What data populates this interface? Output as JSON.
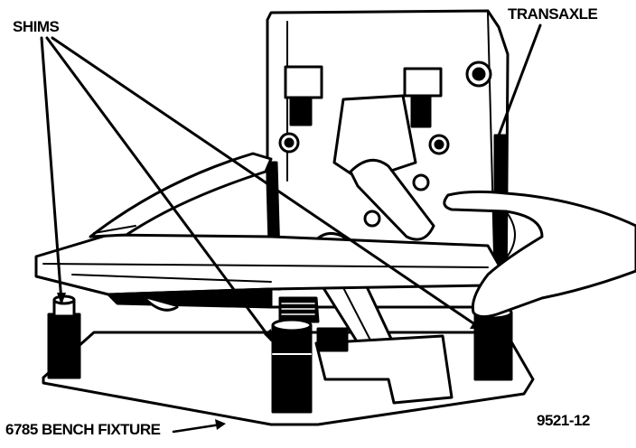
{
  "labels": {
    "shims": "SHIMS",
    "transaxle": "TRANSAXLE",
    "bench_fixture": "6785 BENCH FIXTURE",
    "figure_number": "9521-12"
  },
  "colors": {
    "ink": "#000000",
    "paper": "#ffffff"
  }
}
